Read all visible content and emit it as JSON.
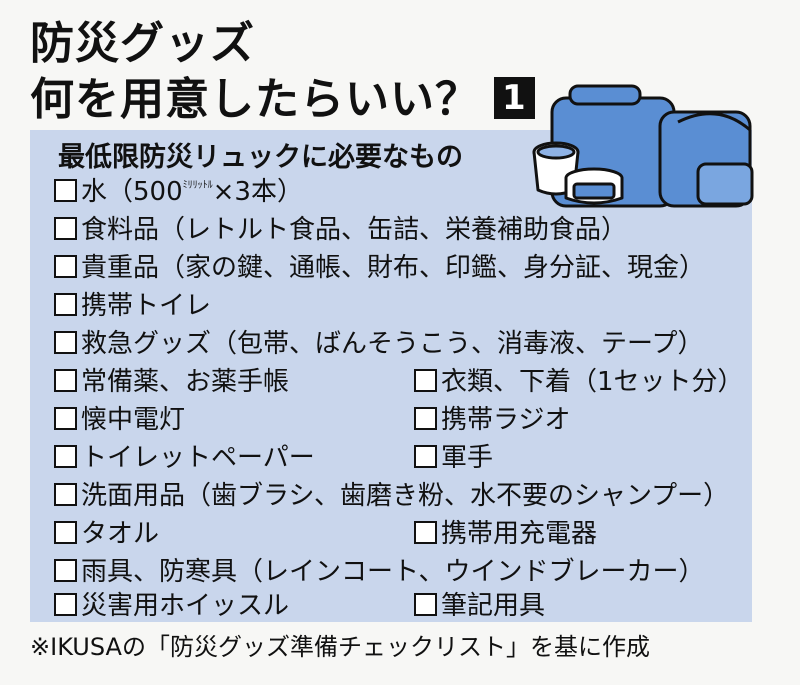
{
  "title": {
    "line1": "防災グッズ",
    "line2": "何を用意したらいい？",
    "number": "1"
  },
  "heading": "最低限防災リュックに必要なもの",
  "items": {
    "water_a": "水（500",
    "water_ruby": "ﾐﾘﾘｯﾄﾙ",
    "water_b": "×3本）",
    "food": "食料品（レトルト食品、缶詰、栄養補助食品）",
    "valuables": "貴重品（家の鍵、通帳、財布、印鑑、身分証、現金）",
    "toilet": "携帯トイレ",
    "firstaid": "救急グッズ（包帯、ばんそうこう、消毒液、テープ）",
    "medicine": "常備薬、お薬手帳",
    "clothes": "衣類、下着（1セット分）",
    "flashlight": "懐中電灯",
    "radio": "携帯ラジオ",
    "toiletpaper": "トイレットペーパー",
    "gloves": "軍手",
    "toiletries": "洗面用品（歯ブラシ、歯磨き粉、水不要のシャンプー）",
    "towel": "タオル",
    "charger": "携帯用充電器",
    "raingear": "雨具、防寒具（レインコート、ウインドブレーカー）",
    "whistle": "災害用ホイッスル",
    "stationery": "筆記用具"
  },
  "footnote": "※IKUSAの「防災グッズ準備チェックリスト」を基に作成",
  "colors": {
    "panel": "#c9d6ec",
    "illustration": "#5a8ed3",
    "text": "#111111"
  }
}
